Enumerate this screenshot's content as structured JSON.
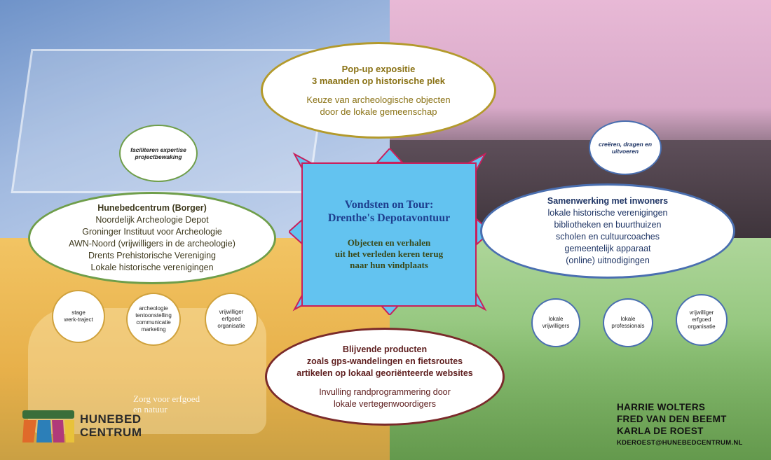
{
  "center": {
    "title_line1": "Vondsten on Tour:",
    "title_line2": "Drenthe's Depotavontuur",
    "sub_line1": "Objecten en verhalen",
    "sub_line2": "uit het verleden keren terug",
    "sub_line3": "naar hun vindplaats"
  },
  "popup": {
    "line1": "Pop-up expositie",
    "line2": "3 maanden op historische plek",
    "line3": "Keuze van archeologische objecten",
    "line4": "door de lokale gemeenschap"
  },
  "hunebed": {
    "title": "Hunebedcentrum (Borger)",
    "items": [
      "Noordelijk Archeologie Depot",
      "Groninger Instituut voor Archeologie",
      "AWN-Noord (vrijwilligers in de archeologie)",
      "Drents Prehistorische Vereniging",
      "Lokale historische verenigingen"
    ]
  },
  "samenwerking": {
    "title": "Samenwerking met inwoners",
    "items": [
      "lokale historische verenigingen",
      "bibliotheken en buurthuizen",
      "scholen en cultuurcoaches",
      "gemeentelijk apparaat",
      "(online) uitnodigingen"
    ]
  },
  "blijvend": {
    "line1": "Blijvende producten",
    "line2": "zoals gps-wandelingen en fietsroutes",
    "line3": "artikelen op lokaal georiënteerde websites",
    "line4": "Invulling randprogrammering door",
    "line5": "lokale vertegenwoordigers"
  },
  "circles": {
    "faciliteren": [
      "faciliteren expertise",
      "projectbewaking"
    ],
    "creeren": [
      "creëren, dragen en",
      "uitvoeren"
    ],
    "stage": [
      "stage",
      "werk-traject"
    ],
    "archeologie": [
      "archeologie",
      "tentoonstelling",
      "communicatie",
      "marketing"
    ],
    "vrijwilliger1": [
      "vrijwilliger",
      "erfgoed",
      "organisatie"
    ],
    "lokale_vrijwilligers": [
      "lokale",
      "vrijwilligers"
    ],
    "lokale_professionals": [
      "lokale",
      "professionals"
    ],
    "vrijwilliger2": [
      "vrijwilliger",
      "erfgoed",
      "organisatie"
    ]
  },
  "van_text": [
    "Zorg voor erfgoed",
    "en natuur"
  ],
  "logo": {
    "line1": "HUNEBED",
    "line2": "CENTRUM"
  },
  "authors": [
    "HARRIE WOLTERS",
    "FRED VAN DEN BEEMT",
    "KARLA DE ROEST"
  ],
  "email": "KDEROEST@HUNEBEDCENTRUM.NL",
  "colors": {
    "center_fill": "#63c3f0",
    "center_border": "#c8205c",
    "popup_border": "#b39a2c",
    "hunebed_border": "#6f9e4a",
    "samen_border": "#4a6fb0",
    "blijvend_border": "#7a2a2a"
  }
}
